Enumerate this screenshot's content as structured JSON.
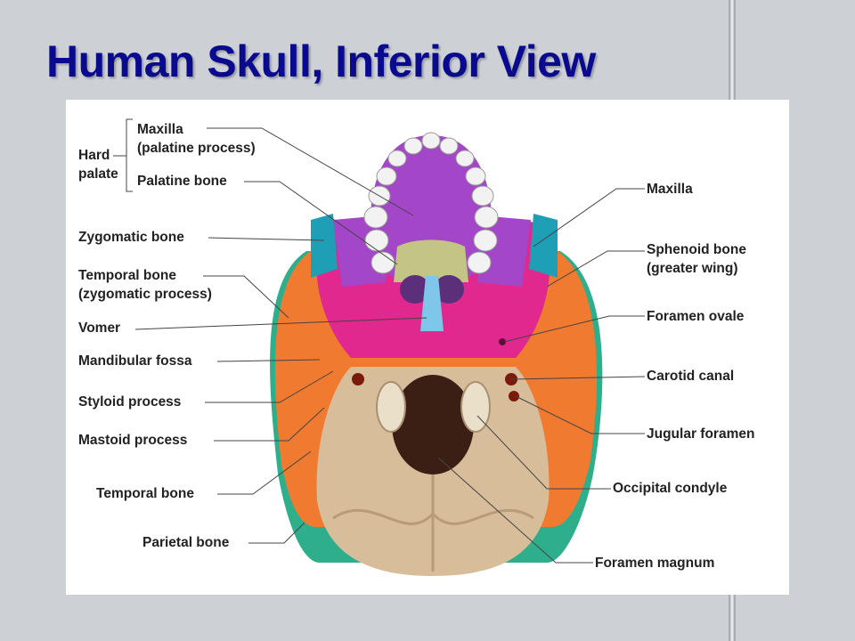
{
  "slide": {
    "title": "Human Skull, Inferior View"
  },
  "labels": {
    "hard_palate": [
      "Hard",
      "palate"
    ],
    "maxilla_palatine": [
      "Maxilla",
      "(palatine process)"
    ],
    "palatine_bone": "Palatine bone",
    "zygomatic_bone": "Zygomatic bone",
    "temporal_zygomatic": [
      "Temporal bone",
      "(zygomatic process)"
    ],
    "vomer": "Vomer",
    "mandibular_fossa": "Mandibular fossa",
    "styloid_process": "Styloid process",
    "mastoid_process": "Mastoid process",
    "temporal_bone": "Temporal bone",
    "parietal_bone": "Parietal bone",
    "maxilla": "Maxilla",
    "sphenoid_bone": [
      "Sphenoid bone",
      "(greater wing)"
    ],
    "foramen_ovale": "Foramen ovale",
    "carotid_canal": "Carotid canal",
    "jugular_foramen": "Jugular foramen",
    "occipital_condyle": "Occipital condyle",
    "foramen_magnum": "Foramen magnum"
  },
  "colors": {
    "title": "#0a0a8f",
    "maxilla": "#a346c8",
    "palatine": "#c2c584",
    "sphenoid": "#e0288e",
    "vomer": "#7ec6ea",
    "zygomatic": "#1f9fb6",
    "temporal": "#f07a30",
    "parietal": "#2fae8c",
    "occipital": "#d8bd9b"
  }
}
